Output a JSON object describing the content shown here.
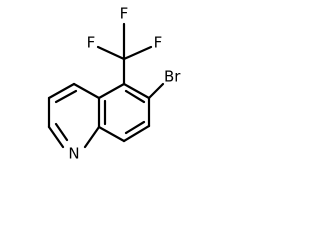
{
  "molecule": {
    "labels": {
      "f_top": "F",
      "f_left": "F",
      "f_right": "F",
      "br": "Br",
      "n": "N"
    }
  }
}
